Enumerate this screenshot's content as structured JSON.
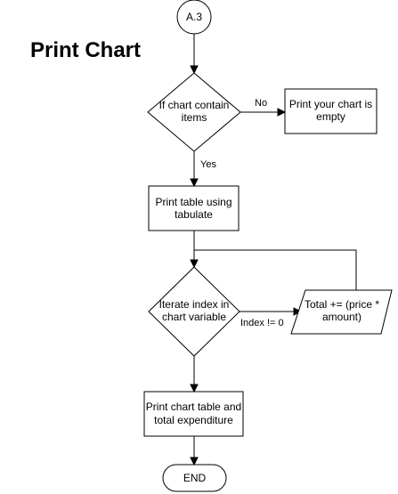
{
  "title": "Print Chart",
  "nodes": {
    "connector": {
      "label": "A.3"
    },
    "decision_items": {
      "line1": "If chart contain",
      "line2": "items"
    },
    "print_empty": {
      "line1": "Print your chart is",
      "line2": "empty"
    },
    "print_table": {
      "line1": "Print table using",
      "line2": "tabulate"
    },
    "decision_iterate": {
      "line1": "Iterate index in",
      "line2": "chart variable"
    },
    "total_calc": {
      "line1": "Total += (price *",
      "line2": "amount)"
    },
    "print_final": {
      "line1": "Print chart table and",
      "line2": "total expenditure"
    },
    "end": {
      "label": "END"
    }
  },
  "edges": {
    "no_label": "No",
    "yes_label": "Yes",
    "index_label": "Index != 0"
  }
}
